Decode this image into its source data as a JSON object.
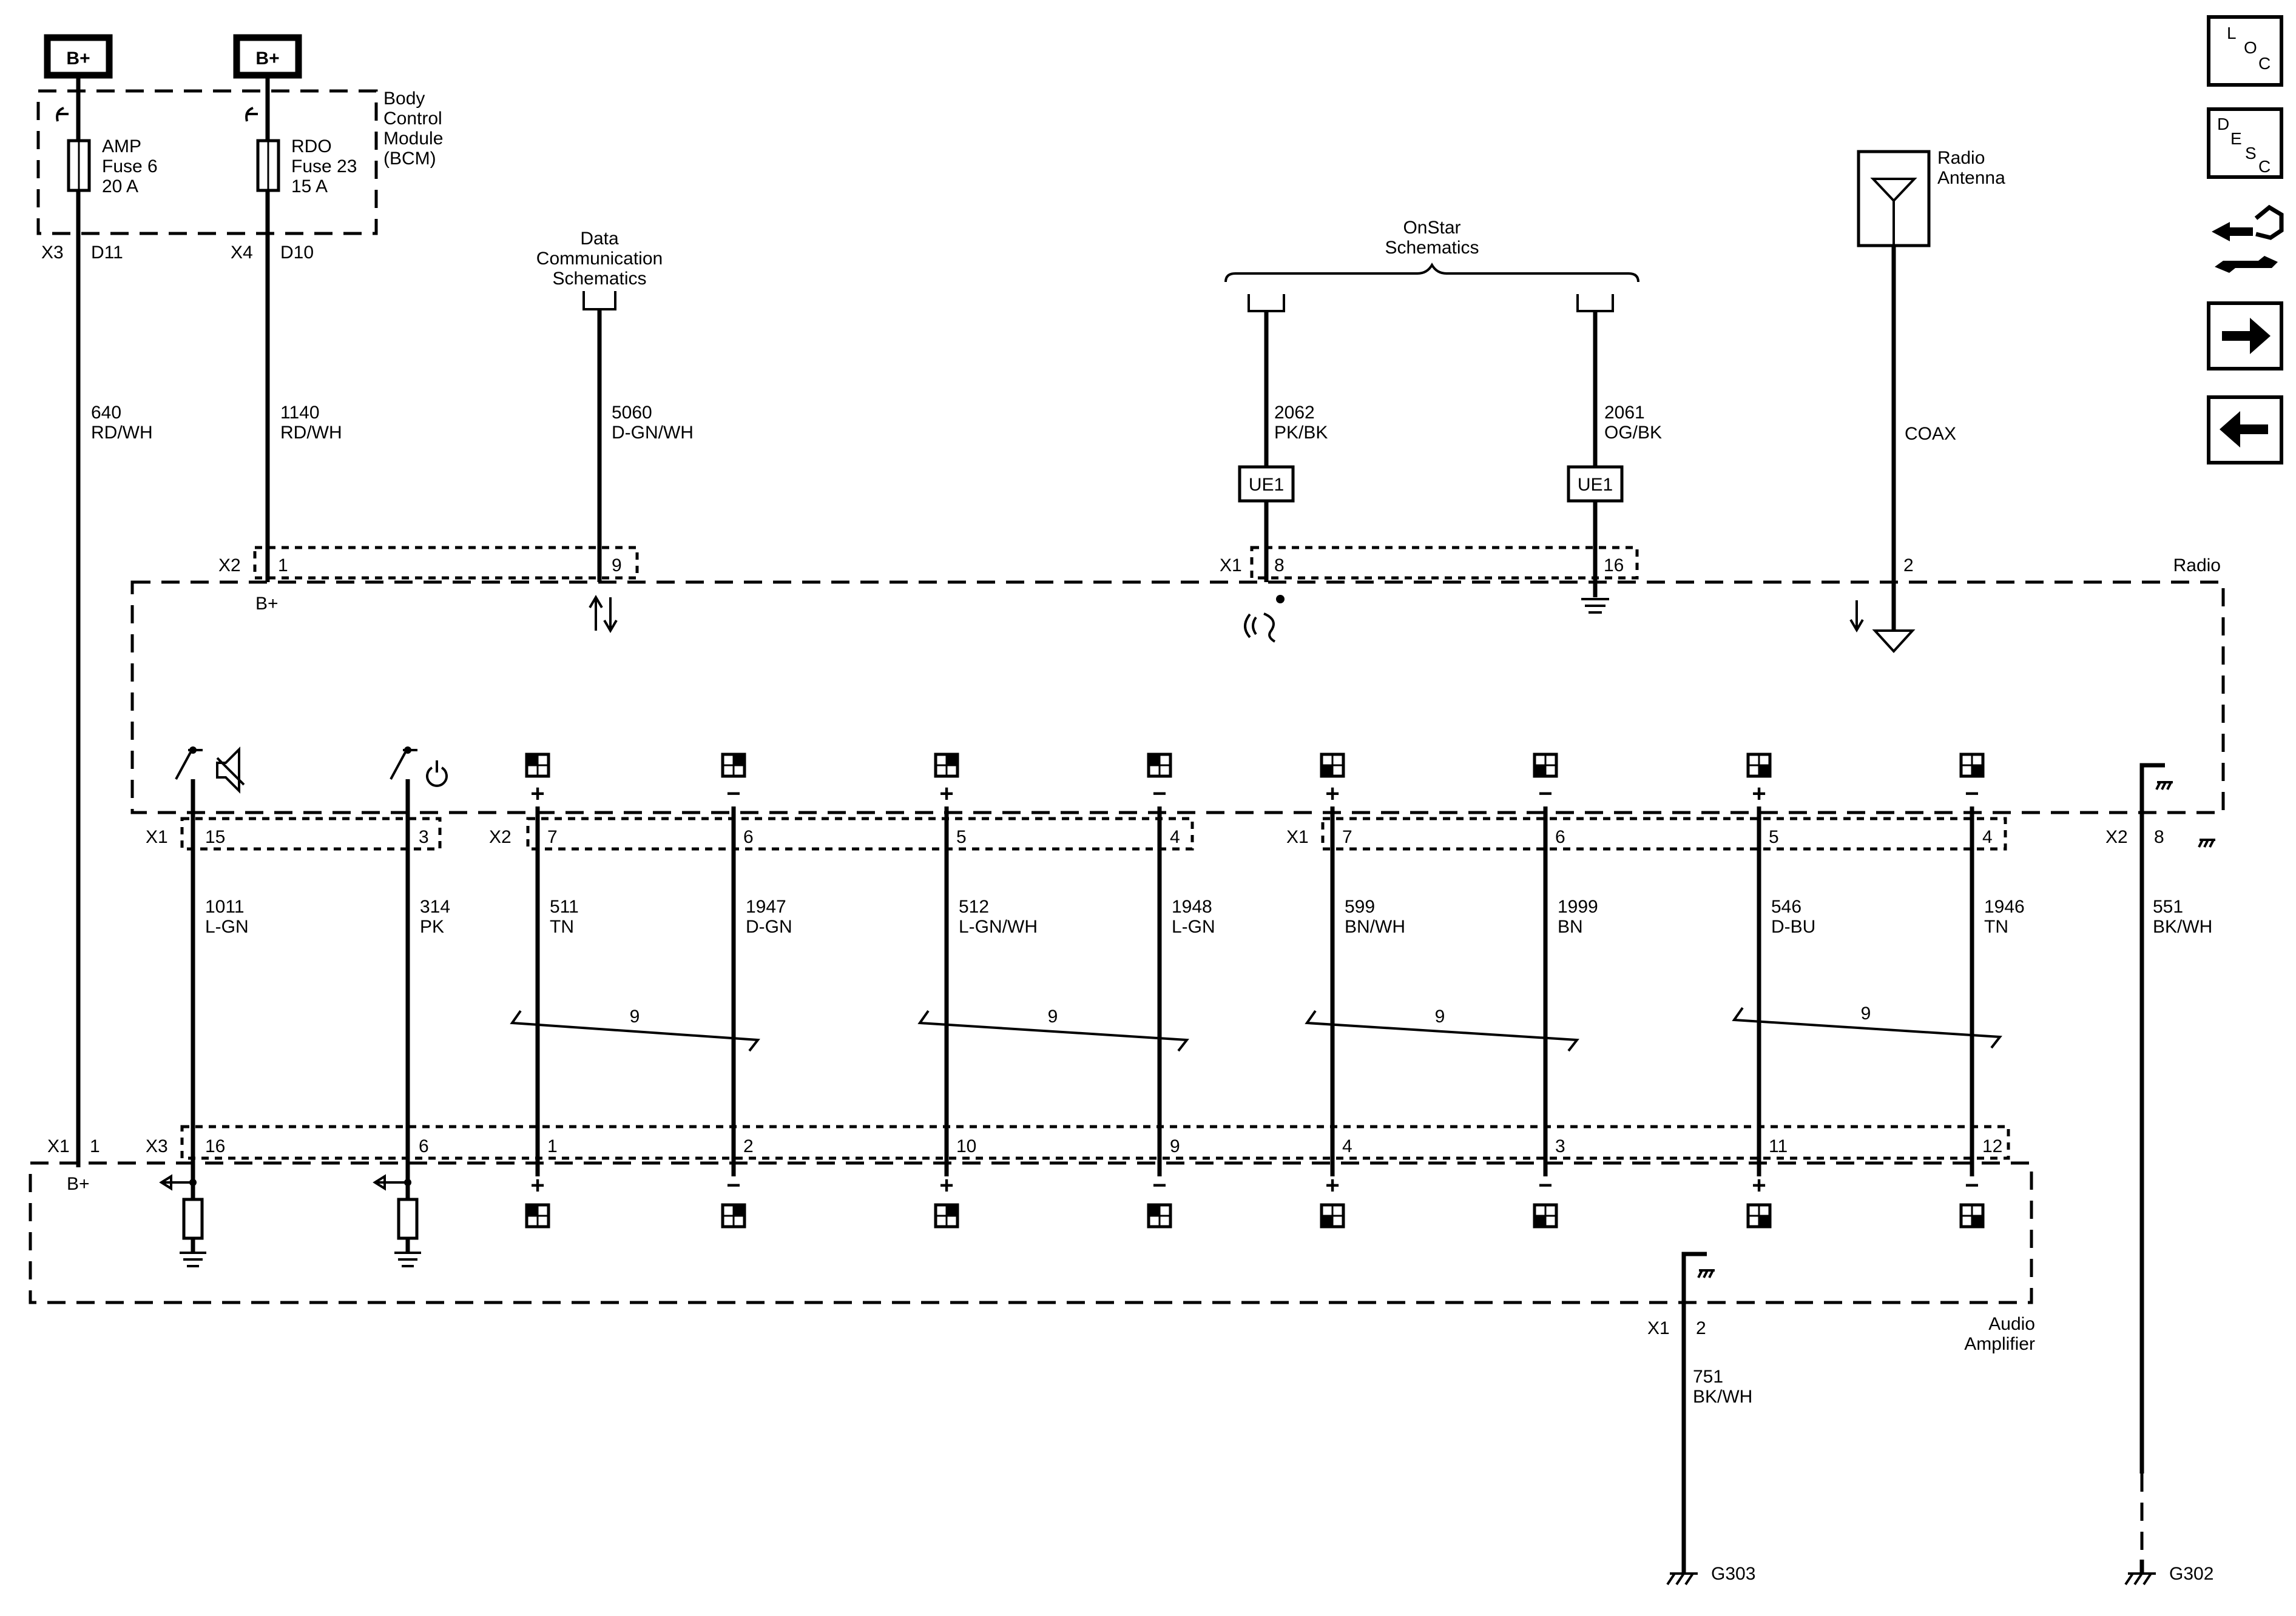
{
  "power": {
    "bplus": "B+"
  },
  "bcm": {
    "title": [
      "Body",
      "Control",
      "Module",
      "(BCM)"
    ],
    "fuses": [
      {
        "lines": [
          "AMP",
          "Fuse 6",
          "20 A"
        ],
        "conn": "X3",
        "pin": "D11",
        "circuit": "640",
        "color": "RD/WH"
      },
      {
        "lines": [
          "RDO",
          "Fuse 23",
          "15 A"
        ],
        "conn": "X4",
        "pin": "D10",
        "circuit": "1140",
        "color": "RD/WH"
      }
    ]
  },
  "refs": {
    "data_comm": [
      "Data",
      "Communication",
      "Schematics"
    ],
    "onstar": [
      "OnStar",
      "Schematics"
    ],
    "antenna": [
      "Radio",
      "Antenna"
    ]
  },
  "top_wires": [
    {
      "circuit": "5060",
      "color": "D-GN/WH"
    },
    {
      "circuit": "2062",
      "color": "PK/BK"
    },
    {
      "circuit": "2061",
      "color": "OG/BK"
    },
    {
      "circuit": "COAX",
      "color": ""
    }
  ],
  "ue1": "UE1",
  "radio": {
    "label": "Radio",
    "top_pins": {
      "x2": "X2",
      "p1": "1",
      "p9": "9",
      "x1": "X1",
      "p8": "8",
      "p16": "16",
      "p2": "2"
    },
    "bplus": "B+"
  },
  "radio_bottom": {
    "x1a": "X1",
    "x2a": "X2",
    "x1b": "X1",
    "x2b": "X2",
    "pins": [
      "15",
      "3",
      "7",
      "6",
      "5",
      "4",
      "7",
      "6",
      "5",
      "4",
      "8"
    ]
  },
  "mid_wires": [
    {
      "circuit": "1011",
      "color": "L-GN"
    },
    {
      "circuit": "314",
      "color": "PK"
    },
    {
      "circuit": "511",
      "color": "TN"
    },
    {
      "circuit": "1947",
      "color": "D-GN"
    },
    {
      "circuit": "512",
      "color": "L-GN/WH"
    },
    {
      "circuit": "1948",
      "color": "L-GN"
    },
    {
      "circuit": "599",
      "color": "BN/WH"
    },
    {
      "circuit": "1999",
      "color": "BN"
    },
    {
      "circuit": "546",
      "color": "D-BU"
    },
    {
      "circuit": "1946",
      "color": "TN"
    },
    {
      "circuit": "551",
      "color": "BK/WH"
    }
  ],
  "twist_label": "9",
  "amp": {
    "label": [
      "Audio",
      "Amplifier"
    ],
    "x1": "X1",
    "x1_pin": "1",
    "x3": "X3",
    "pins": [
      "16",
      "6",
      "1",
      "2",
      "10",
      "9",
      "4",
      "3",
      "11",
      "12"
    ],
    "bplus": "B+",
    "ground_conn": "X1",
    "ground_pin": "2"
  },
  "ground_wires": [
    {
      "circuit": "751",
      "color": "BK/WH",
      "ground": "G303"
    },
    {
      "circuit": "551",
      "color": "BK/WH",
      "ground": "G302"
    }
  ],
  "polarity": {
    "plus": "+",
    "minus": "−"
  },
  "nav": {
    "loc": [
      "L",
      "O",
      "C"
    ],
    "desc": [
      "D",
      "E",
      "S",
      "C"
    ]
  }
}
